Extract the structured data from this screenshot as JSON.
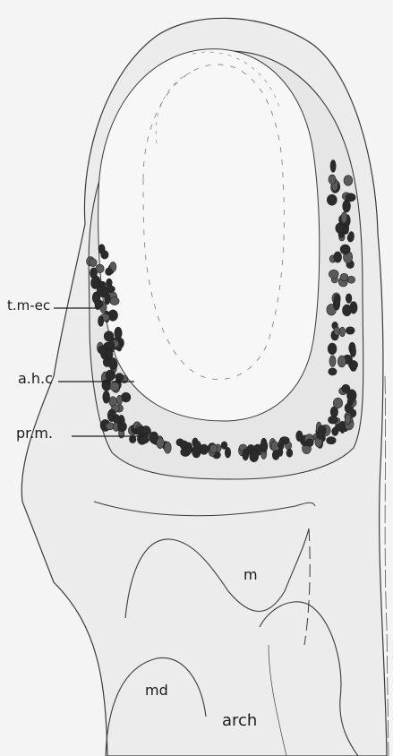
{
  "figure": {
    "labels": {
      "t_m_ec": "t.m-ec",
      "a_h_c": "a.h.c",
      "pr_m": "pr.m.",
      "m": "m",
      "md": "md",
      "arch": "arch"
    },
    "colors": {
      "background": "#f4f4f4",
      "tissue": "#ebebeb",
      "outline": "#3a3a3a",
      "cell_dark": "#2b2b2b",
      "cell_mid": "#5a5a5a"
    }
  }
}
